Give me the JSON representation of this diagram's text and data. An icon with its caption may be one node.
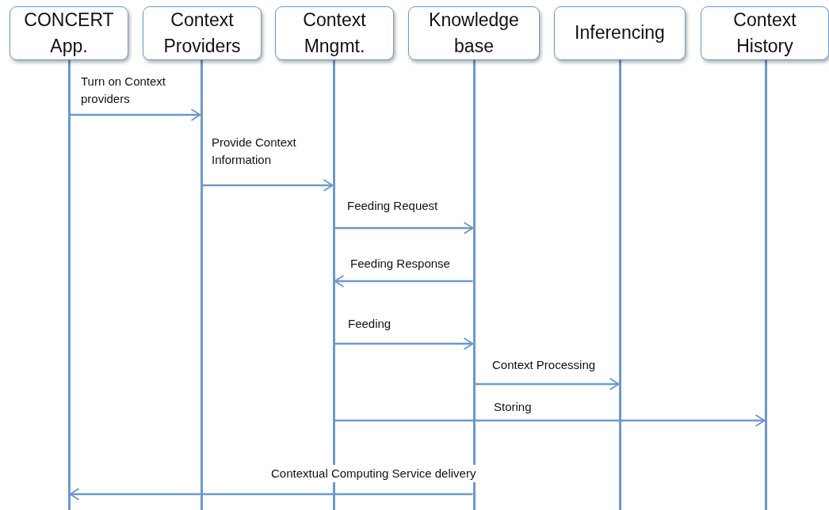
{
  "diagram": {
    "nodes": [
      {
        "text": [
          "CONCERT App."
        ]
      },
      {
        "text": [
          "Context Providers"
        ]
      },
      {
        "text": [
          "Context Mngmt."
        ]
      },
      {
        "text": [
          "Knowledge base"
        ]
      },
      {
        "text": [
          "Inferencing"
        ]
      },
      {
        "text": [
          "Context History"
        ]
      },
      {
        "text": [],
        "shape": "bar"
      },
      {
        "text": [],
        "shape": "bar"
      },
      {
        "text": [],
        "shape": "bar"
      },
      {
        "text": [],
        "shape": "bar"
      },
      {
        "text": [],
        "shape": "bar"
      },
      {
        "text": [],
        "shape": "bar"
      }
    ],
    "edges": [
      {
        "from": 6,
        "to": 7,
        "arrow": "to",
        "label": "Turn on Context providers"
      },
      {
        "from": 7,
        "to": 8,
        "arrow": "to",
        "label": "Provide Context Information"
      },
      {
        "from": 8,
        "to": 9,
        "arrow": "to",
        "label": "Feeding Request"
      },
      {
        "from": 9,
        "to": 8,
        "arrow": "to",
        "label": "Feeding Response"
      },
      {
        "from": 8,
        "to": 9,
        "arrow": "to",
        "label": "Feeding"
      },
      {
        "from": 9,
        "to": 10,
        "arrow": "to",
        "label": "Context Processing"
      },
      {
        "from": 8,
        "to": 11,
        "arrow": "to",
        "label": "Storing"
      },
      {
        "from": 9,
        "to": 6,
        "arrow": "to",
        "label": "Contextual Computing Service delivery"
      }
    ]
  }
}
